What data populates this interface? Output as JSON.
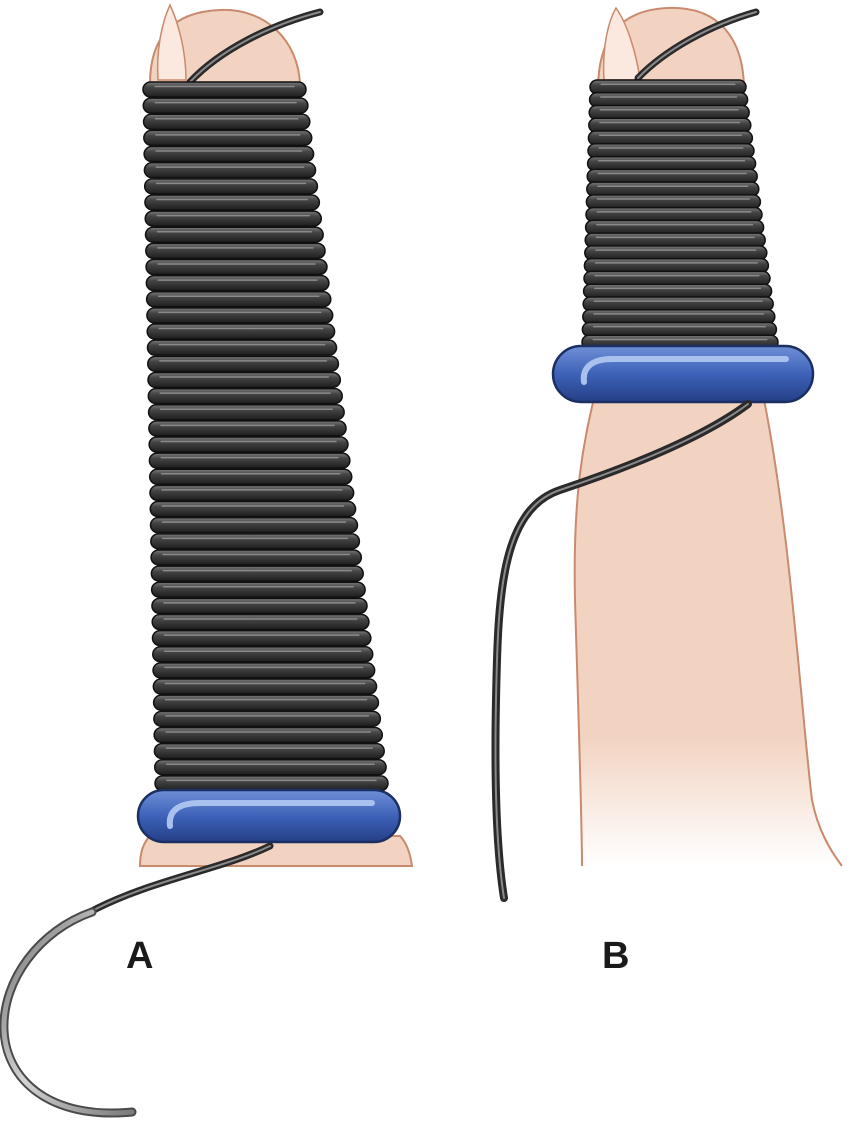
{
  "panels": [
    {
      "label": "A",
      "wrap_turns": 44,
      "wire_extends_to": "needle",
      "band_position": "base"
    },
    {
      "label": "B",
      "wrap_turns": 21,
      "wire_extends_to": "free-end",
      "band_position": "mid"
    }
  ],
  "colors": {
    "skin": "#f2d3c1",
    "skin_edge": "#c98a6e",
    "nail": "#fbe9df",
    "wire": "#3b3b3b",
    "wire_highlight": "#8a8a8a",
    "band": "#3e62b8",
    "band_highlight": "#a9c1ee",
    "needle": "#9a9a9a"
  },
  "icons": [
    "finger-illustration",
    "wire-coil",
    "rubber-band",
    "suture-needle"
  ]
}
